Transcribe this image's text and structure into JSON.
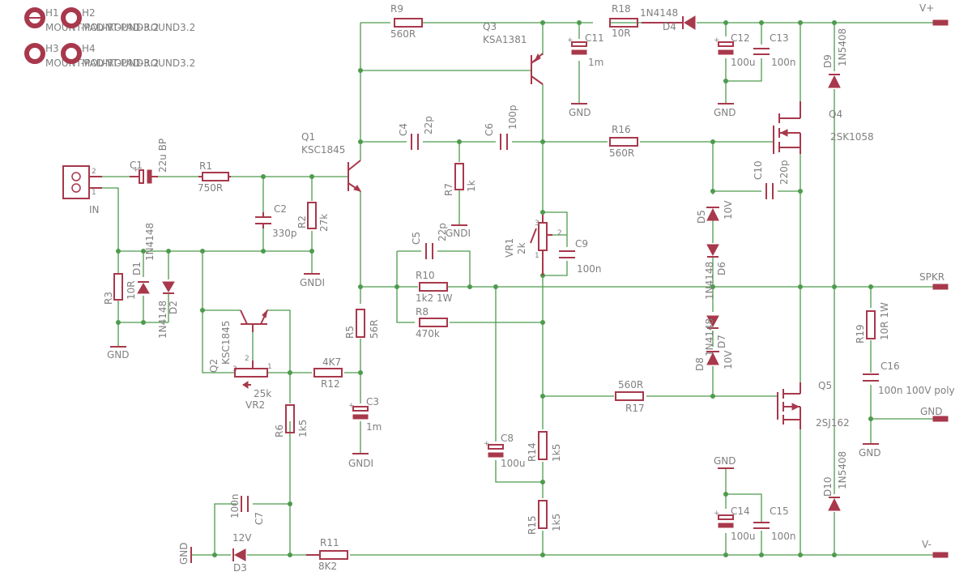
{
  "holes": [
    {
      "ref": "H1",
      "name": "MOUNT-PAD-ROUND3.2"
    },
    {
      "ref": "H2",
      "name": "MOUNT-PAD-ROUND3.2"
    },
    {
      "ref": "H3",
      "name": "MOUNT-PAD-ROUND3.2"
    },
    {
      "ref": "H4",
      "name": "MOUNT-PAD-ROUND3.2"
    }
  ],
  "connector": {
    "label": "IN",
    "pin1": "1",
    "pin2": "2"
  },
  "nets": {
    "vplus": "V+",
    "vminus": "V-",
    "spkr": "SPKR",
    "gnd": "GND",
    "gndi": "GNDI"
  },
  "parts": {
    "C1": {
      "ref": "C1",
      "value": "22u BP"
    },
    "R1": {
      "ref": "R1",
      "value": "750R"
    },
    "C2": {
      "ref": "C2",
      "value": "330p"
    },
    "R2": {
      "ref": "R2",
      "value": "27k"
    },
    "R3": {
      "ref": "R3",
      "value": "10R"
    },
    "D1": {
      "ref": "D1",
      "value": "1N4148"
    },
    "D2": {
      "ref": "D2",
      "value": "1N4148"
    },
    "Q1": {
      "ref": "Q1",
      "value": "KSC1845"
    },
    "Q2": {
      "ref": "Q2",
      "value": "KSC1845"
    },
    "VR2": {
      "ref": "VR2",
      "value": "25k"
    },
    "R12": {
      "ref": "R12",
      "value": "4K7"
    },
    "R5": {
      "ref": "R5",
      "value": "56R"
    },
    "C3": {
      "ref": "C3",
      "value": "1m"
    },
    "R6": {
      "ref": "R6",
      "value": "1k5"
    },
    "C7": {
      "ref": "C7",
      "value": "100n"
    },
    "D3": {
      "ref": "D3",
      "value": "12V"
    },
    "R11": {
      "ref": "R11",
      "value": "8K2"
    },
    "R9": {
      "ref": "R9",
      "value": "560R"
    },
    "Q3": {
      "ref": "Q3",
      "value": "KSA1381"
    },
    "C4": {
      "ref": "C4",
      "value": "22p"
    },
    "C6": {
      "ref": "C6",
      "value": "100p"
    },
    "R7": {
      "ref": "R7",
      "value": "1k"
    },
    "C5": {
      "ref": "C5",
      "value": "22p"
    },
    "R10": {
      "ref": "R10",
      "value": "1k2 1W"
    },
    "R8": {
      "ref": "R8",
      "value": "470k"
    },
    "VR1": {
      "ref": "VR1",
      "value": "2k"
    },
    "C9": {
      "ref": "C9",
      "value": "100n"
    },
    "C8": {
      "ref": "C8",
      "value": "100u"
    },
    "R14": {
      "ref": "R14",
      "value": "1k5"
    },
    "R15": {
      "ref": "R15",
      "value": "1k5"
    },
    "C11": {
      "ref": "C11",
      "value": "1m"
    },
    "R18": {
      "ref": "R18",
      "value": "10R"
    },
    "D4": {
      "ref": "D4",
      "value": "1N4148"
    },
    "C12": {
      "ref": "C12",
      "value": "100u"
    },
    "C13": {
      "ref": "C13",
      "value": "100n"
    },
    "R16": {
      "ref": "R16",
      "value": "560R"
    },
    "Q4": {
      "ref": "Q4",
      "value": "2SK1058"
    },
    "C10": {
      "ref": "C10",
      "value": "220p"
    },
    "D5": {
      "ref": "D5",
      "value": "10V"
    },
    "D6": {
      "ref": "D6",
      "value": "1N4148"
    },
    "D7": {
      "ref": "D7",
      "value": "1N4148"
    },
    "D8": {
      "ref": "D8",
      "value": "10V"
    },
    "R17": {
      "ref": "R17",
      "value": "560R"
    },
    "Q5": {
      "ref": "Q5",
      "value": "2SJ162"
    },
    "C14": {
      "ref": "C14",
      "value": "100u"
    },
    "C15": {
      "ref": "C15",
      "value": "100n"
    },
    "D9": {
      "ref": "D9",
      "value": "1N5408"
    },
    "D10": {
      "ref": "D10",
      "value": "1N5408"
    },
    "R19": {
      "ref": "R19",
      "value": "10R 1W"
    },
    "C16": {
      "ref": "C16",
      "value": "100n 100V poly"
    }
  },
  "pins": {
    "q2_1": "1",
    "q2_2": "2",
    "q2_3": "3",
    "vr1_1": "1",
    "vr1_2": "2",
    "vr1_3": "3"
  }
}
